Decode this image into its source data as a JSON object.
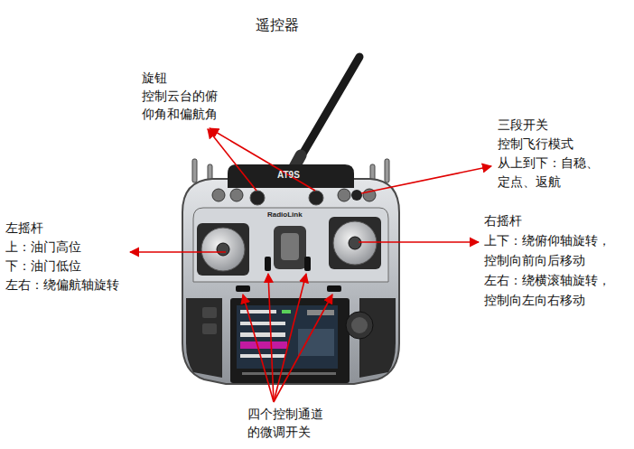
{
  "diagram": {
    "title": "遥控器",
    "labels": [
      "旋钮",
      "控制云台的俯",
      "仰角和偏航角",
      "三段开关",
      "控制飞行模式",
      "从上到下：自稳、",
      "定点、返航",
      "AT9S",
      "RadioLink",
      "左摇杆",
      "上：油门高位",
      "下：油门低位",
      "左右：绕偏航轴旋转",
      "右摇杆",
      "上下：绕俯仰轴旋转，",
      "控制向前向后移动",
      "左右：绕横滚轴旋转，",
      "控制向左向右移动",
      "四个控制通道",
      "的微调开关"
    ]
  }
}
